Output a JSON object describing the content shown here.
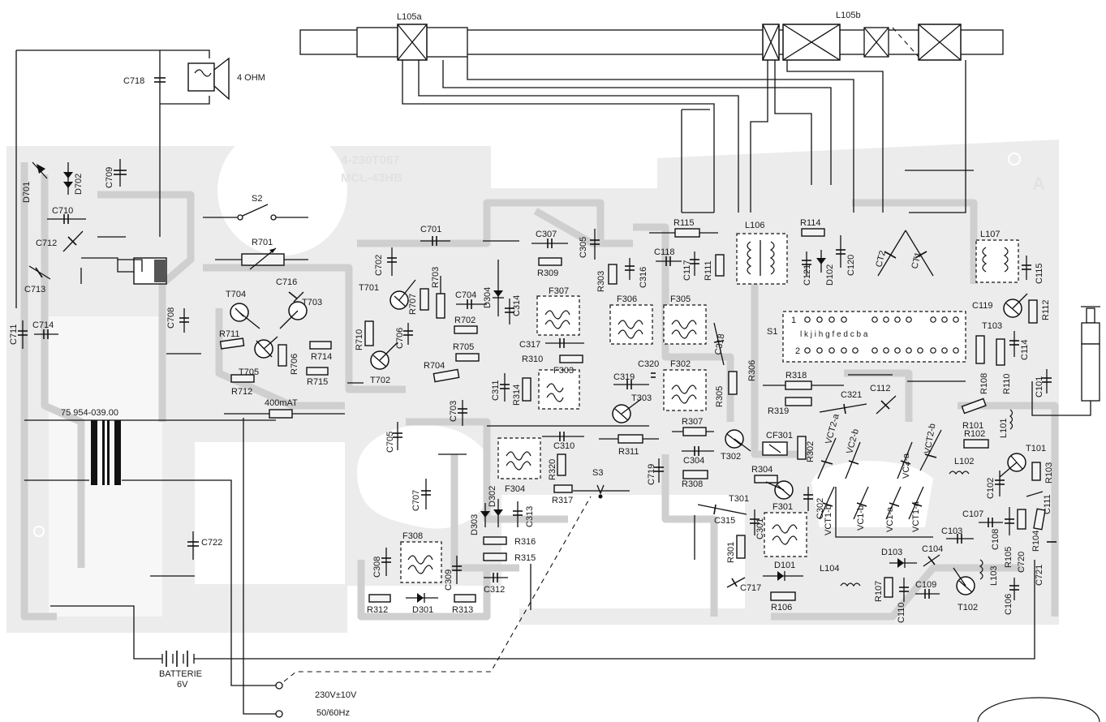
{
  "board": {
    "code_line1": "4-230T067",
    "code_line2": "MCL-43HB",
    "corner_letter": "A"
  },
  "antenna": {
    "section_a": "L105a",
    "section_b": "L105b"
  },
  "speaker": {
    "impedance": "4 OHM"
  },
  "power": {
    "transformer_code": "75 954-039.00",
    "fuse_rating": "400mAT",
    "battery_label": "BATTERIE",
    "battery_voltage": "6V",
    "mains_voltage": "230V±10V",
    "mains_freq": "50/60Hz"
  },
  "switch_bank": {
    "name": "S1",
    "row1_num": "1",
    "row1_letters": "l  k  j  i  h     g  f  e  d        c  b  a",
    "row2_num": "2"
  },
  "labels": {
    "C718": "C718",
    "C709": "C709",
    "D701": "D701",
    "D702": "D702",
    "C710": "C710",
    "C712": "C712",
    "C713": "C713",
    "C711": "C711",
    "C714": "C714",
    "C708": "C708",
    "S2": "S2",
    "R701": "R701",
    "T704": "T704",
    "C716": "C716",
    "T703": "T703",
    "R711": "R711",
    "R706": "R706",
    "R714": "R714",
    "R715": "R715",
    "T705": "T705",
    "R712": "R712",
    "C722": "C722",
    "C702": "C702",
    "T701": "T701",
    "C701": "C701",
    "R707": "R707",
    "R703": "R703",
    "R710": "R710",
    "C706": "C706",
    "T702": "T702",
    "C704": "C704",
    "D304": "D304",
    "C314": "C314",
    "R702": "R702",
    "R705": "R705",
    "R704": "R704",
    "C705": "C705",
    "C703": "C703",
    "C707": "C707",
    "C307": "C307",
    "R309": "R309",
    "C305": "C305",
    "R303": "R303",
    "C316": "C316",
    "F307": "F307",
    "F306": "F306",
    "F305": "F305",
    "C317": "C317",
    "R310": "R310",
    "F303": "F303",
    "C311": "C311",
    "R314": "R314",
    "C319": "C319",
    "C320": "C320",
    "T303": "T303",
    "F302": "F302",
    "C310": "C310",
    "R311": "R311",
    "F304": "F304",
    "R320": "R320",
    "S3": "S3",
    "R317": "R317",
    "C719": "C719",
    "D302": "D302",
    "D303": "D303",
    "C313": "C313",
    "F308": "F308",
    "R316": "R316",
    "R315": "R315",
    "C308": "C308",
    "C309": "C309",
    "C312": "C312",
    "R312": "R312",
    "D301": "D301",
    "R313": "R313",
    "R115": "R115",
    "C118": "C118",
    "C117": "C117",
    "R111": "R111",
    "L106": "L106",
    "R114": "R114",
    "C121": "C121",
    "D102": "D102",
    "C120": "C120",
    "CT2": "CT2",
    "CT1": "CT1",
    "L107": "L107",
    "C115": "C115",
    "C119": "C119",
    "T103": "T103",
    "R112": "R112",
    "C114": "C114",
    "C318": "C318",
    "R306": "R306",
    "R305": "R305",
    "R318": "R318",
    "R319": "R319",
    "C321": "C321",
    "C112": "C112",
    "R108": "R108",
    "R110": "R110",
    "C101": "C101",
    "R307": "R307",
    "CF301": "CF301",
    "T302": "T302",
    "R302": "R302",
    "VCT2-a": "VCT2-a",
    "VC2-b": "VC2-b",
    "VC2-a": "VC2-a",
    "VCT2-b": "VCT2-b",
    "R101": "R101",
    "L101": "L101",
    "R102": "R102",
    "T101": "T101",
    "C304": "C304",
    "R304": "R304",
    "R308": "R308",
    "T301": "T301",
    "C315": "C315",
    "C301": "C301",
    "F301": "F301",
    "C302": "C302",
    "VCT1-b": "VCT1-b",
    "VC1-b": "VC1-b",
    "VC1-a": "VC1-a",
    "VCT1-a": "VCT1-a",
    "L102": "L102",
    "C102": "C102",
    "R103": "R103",
    "C111": "C111",
    "R301": "R301",
    "C103": "C103",
    "C107": "C107",
    "C108": "C108",
    "R105": "R105",
    "R104": "R104",
    "C720": "C720",
    "C721": "C721",
    "D101": "D101",
    "D103": "D103",
    "C104": "C104",
    "L104": "L104",
    "C717": "C717",
    "R106": "R106",
    "R107": "R107",
    "C110": "C110",
    "C109": "C109",
    "L103": "L103",
    "C106": "C106",
    "T102": "T102"
  }
}
